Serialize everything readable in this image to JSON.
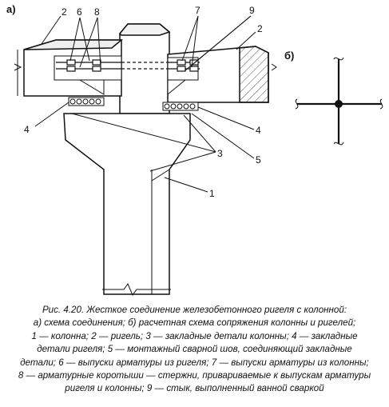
{
  "figure": {
    "panel_a_label": "а)",
    "panel_b_label": "б)",
    "callouts": {
      "n1": "1",
      "n2_left": "2",
      "n2_right": "2",
      "n3": "3",
      "n4_left": "4",
      "n4_right": "4",
      "n5": "5",
      "n6": "6",
      "n7": "7",
      "n8": "8",
      "n9": "9"
    }
  },
  "caption": {
    "lines": [
      "Рис. 4.20. Жесткое соединение железобетонного ригеля с колонной:",
      "а) схема соединения; б) расчетная схема сопряжения колонны и ригелей;",
      "1 — колонна; 2 — ригель; 3 — закладные детали колонны; 4 — закладные",
      "детали ригеля; 5 — монтажный сварной шов, соединяющий закладные",
      "детали; 6 — выпуски арматуры из ригеля; 7 — выпуски арматуры из колонны;",
      "8 — арматурные коротыши — стержни, привариваемые к выпускам арматуры",
      "ригеля и колонны; 9 — стык, выполненный ванной сваркой"
    ]
  }
}
